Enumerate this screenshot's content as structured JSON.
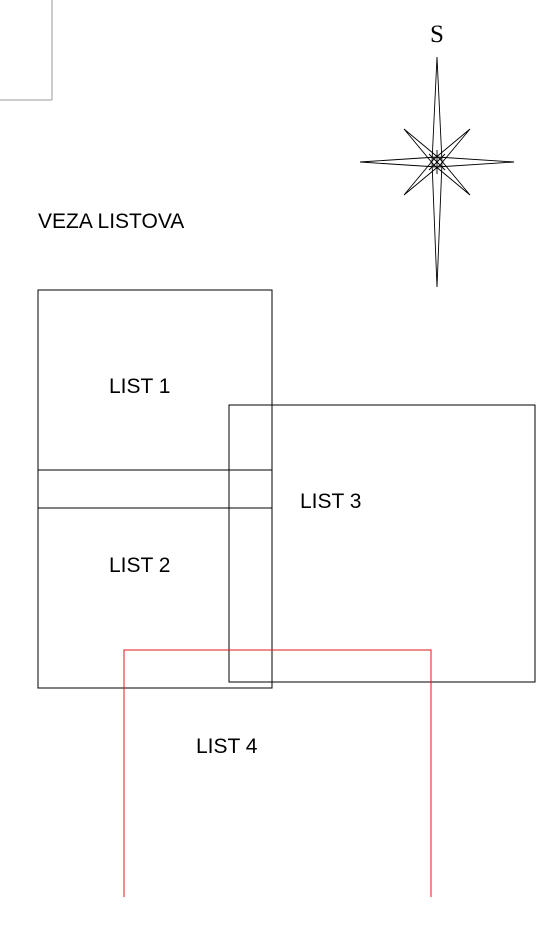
{
  "diagram": {
    "title": "VEZA LISTOVA",
    "compass_letter": "S",
    "sheets": [
      {
        "id": "list-1",
        "label": "LIST 1",
        "color": "#000000"
      },
      {
        "id": "list-2",
        "label": "LIST 2",
        "color": "#000000"
      },
      {
        "id": "list-3",
        "label": "LIST 3",
        "color": "#000000"
      },
      {
        "id": "list-4",
        "label": "LIST 4",
        "color": "#e0171c"
      }
    ]
  }
}
